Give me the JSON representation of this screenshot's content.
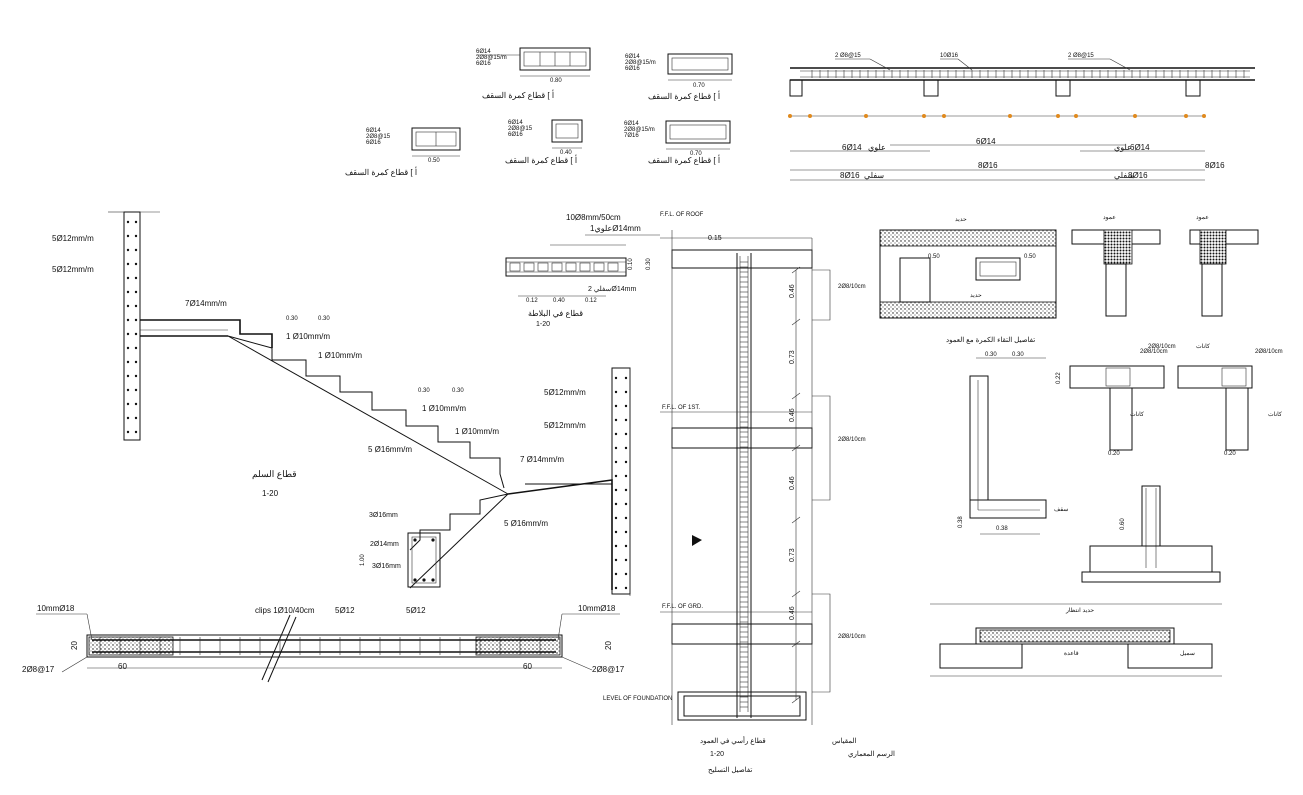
{
  "beam_sections": {
    "labels": [
      "ﺃ   ] ﻗﻄﺎﻉ ﻛﻤﺮﺓ ﺍﻟﺴﻘﻒ",
      "ﺃ   ] ﻗﻄﺎﻉ ﻛﻤﺮﺓ ﺍﻟﺴﻘﻒ",
      "ﺃ   ] ﻗﻄﺎﻉ ﻛﻤﺮﺓ ﺍﻟﺴﻘﻒ",
      "ﺃ   ] ﻗﻄﺎﻉ ﻛﻤﺮﺓ ﺍﻟﺴﻘﻒ",
      "ﺃ   ] ﻗﻄﺎﻉ ﻛﻤﺮﺓ ﺍﻟﺴﻘﻒ"
    ],
    "widths": [
      "0.80",
      "0.70",
      "0.50",
      "0.40",
      "0.70"
    ]
  },
  "top_beam": {
    "rebar_labels": [
      "2 Ø8@15",
      "10Ø16",
      "2 Ø8@15"
    ],
    "notes": [
      "6Ø14",
      "ﻋﻠﻮﻱ",
      "6Ø14",
      "ﻋﻠﻮﻱ",
      "6Ø14",
      "6Ø14",
      "8Ø16",
      "ﺳﻔﻠﻲ",
      "8Ø16",
      "8Ø16",
      "ﺳﻔﻠﻲ",
      "8Ø16"
    ]
  },
  "stair": {
    "labels": [
      "5Ø12mm/m",
      "5Ø12mm/m",
      "7Ø14mm/m",
      "1 Ø10mm/m",
      "1 Ø10mm/m",
      "1 Ø10mm/m",
      "1 Ø10mm/m",
      "5 Ø16mm/m",
      "7 Ø14mm/m",
      "5Ø12mm/m",
      "5Ø12mm/m",
      "5 Ø16mm/m",
      "3Ø16mm",
      "2Ø14mm",
      "3Ø16mm"
    ],
    "dims": [
      "0.30",
      "0.30",
      "0.30",
      "0.30",
      "1.00"
    ],
    "title": "ﻗﻄﺎﻉ ﺍﻟﺴﻠﻢ",
    "scale": "1-20"
  },
  "slab_detail": {
    "labels": [
      "10Ø8mm/50cm",
      "ﻋﻠﻮﻱ1Ø14mm",
      "ﺳﻔﻠﻲ 2Ø14mm",
      "0.12",
      "0.40",
      "0.12",
      "0.10",
      "0.30"
    ],
    "title": "ﻗﻄﺎﻉ ﻓﻲ ﺍﻟﺒﻼﻃﺔ",
    "scale": "1-20"
  },
  "ground_beam": {
    "labels": [
      "10mmØ18",
      "clips 1Ø10/40cm",
      "5Ø12",
      "5Ø12",
      "10mmØ18",
      "2Ø8@17",
      "2Ø8@17"
    ],
    "dims": [
      "60",
      "60",
      "20",
      "20"
    ]
  },
  "column": {
    "levels": [
      "F.F.L. OF ROOF",
      "F.F.L. OF 1ST.",
      "F.F.L. OF GRD.",
      "LEVEL OF FOUNDATION"
    ],
    "dims": [
      "0.15",
      "0.46",
      "0.73",
      "0.46",
      "0.46",
      "0.73",
      "0.46"
    ],
    "stirrups": [
      "2Ø8/10cm",
      "2Ø8/10cm",
      "2Ø8/10cm"
    ],
    "titles": [
      "ﻗﻄﺎﻉ ﺭﺃﺳﻲ ﻓﻲ ﺍﻟﻌﻤﻮﺩ",
      "1-20",
      "ﺗﻔﺎﺻﻴﻞ ﺍﻟﺘﺴﻠﻴﺢ",
      "ﺍﻟﻤﻘﻴﺎﺱ",
      "ﺍﻟﺮﺳﻢ ﺍﻟﻤﻌﻤﺎﺭﻱ"
    ]
  },
  "right_details": {
    "labels": [
      "ﺣﺪﻳﺪ",
      "0.50",
      "0.50",
      "ﻋﻤﻮﺩ",
      "ﺣﺪﻳﺪ",
      "ﻋﻤﻮﺩ",
      "ﺳﻘﻒ",
      "ﺗﻔﺎﺻﻴﻞ ﺍﻟﺘﻘﺎﺀ ﺍﻟﻜﻤﺮﺓ ﻣﻊ ﺍﻟﻌﻤﻮﺩ",
      "0.30",
      "0.30",
      "0.22",
      "2Ø8/10cm",
      "2Ø8/10cm",
      "2Ø8/10cm",
      "ﻛﺎﻧﺎﺕ",
      "ﻛﺎﻧﺎﺕ",
      "ﻛﺎﻧﺎﺕ",
      "0.20",
      "0.20",
      "0.38",
      "0.38",
      "0.60",
      "ﺣﺪﻳﺪ ﺍﻧﺘﻈﺎﺭ",
      "ﻗﺎﻋﺪﺓ",
      "ﺳﻤﻴﻞ"
    ]
  }
}
